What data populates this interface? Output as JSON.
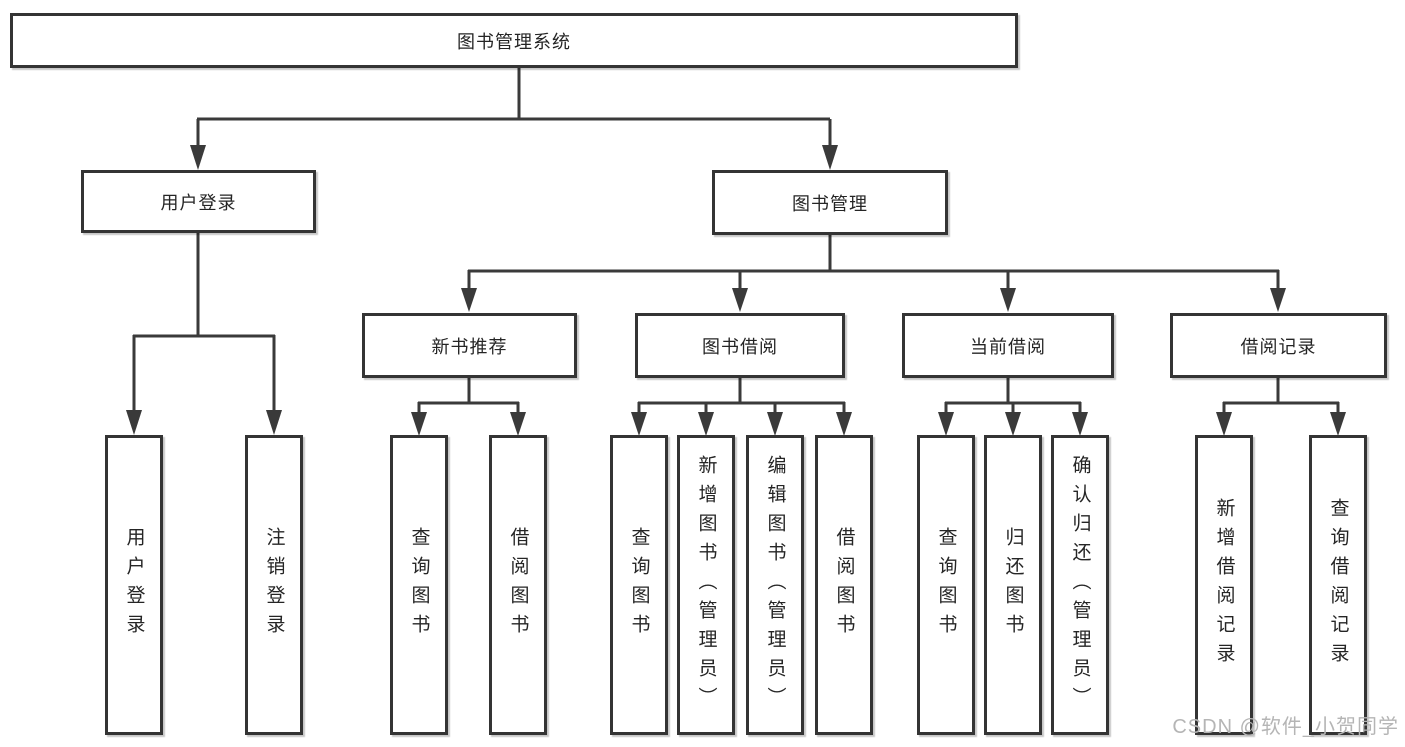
{
  "tree": {
    "root": "图书管理系统",
    "user_login": {
      "label": "用户登录",
      "children": [
        "用户登录",
        "注销登录"
      ]
    },
    "book_mgmt": {
      "label": "图书管理",
      "sections": [
        {
          "label": "新书推荐",
          "children": [
            "查询图书",
            "借阅图书"
          ]
        },
        {
          "label": "图书借阅",
          "children": [
            "查询图书",
            "新增图书（管理员）",
            "编辑图书（管理员）",
            "借阅图书"
          ]
        },
        {
          "label": "当前借阅",
          "children": [
            "查询图书",
            "归还图书",
            "确认归还（管理员）"
          ]
        },
        {
          "label": "借阅记录",
          "children": [
            "新增借阅记录",
            "查询借阅记录"
          ]
        }
      ]
    }
  },
  "watermark": "CSDN @软件_小贺同学",
  "colors": {
    "line": "#3a3a3a",
    "border": "#343434",
    "text": "#252525",
    "watermark": "#b5b5b5",
    "background": "#ffffff"
  }
}
